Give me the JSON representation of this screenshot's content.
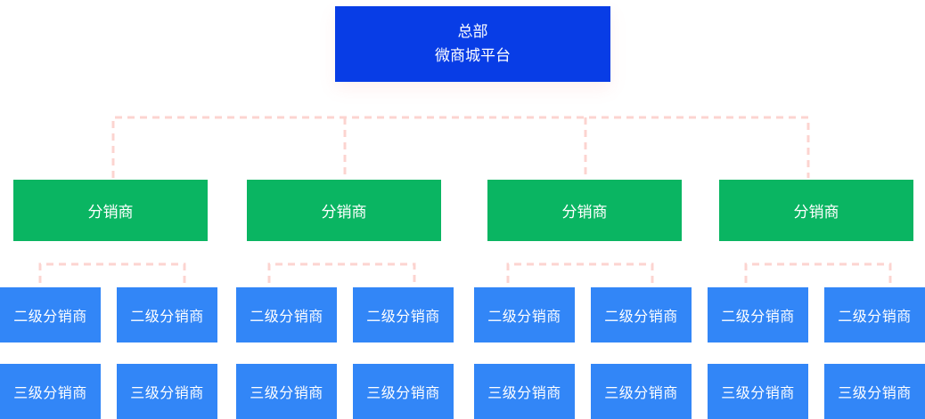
{
  "colors": {
    "hq": "#083de6",
    "distributor": "#0ab562",
    "sub_distributor": "#3286f7",
    "connector": "#fcd4d0"
  },
  "headquarters": {
    "line1": "总部",
    "line2": "微商城平台"
  },
  "distributors": [
    {
      "label": "分销商"
    },
    {
      "label": "分销商"
    },
    {
      "label": "分销商"
    },
    {
      "label": "分销商"
    }
  ],
  "second_level": [
    {
      "label": "二级分销商"
    },
    {
      "label": "二级分销商"
    },
    {
      "label": "二级分销商"
    },
    {
      "label": "二级分销商"
    },
    {
      "label": "二级分销商"
    },
    {
      "label": "二级分销商"
    },
    {
      "label": "二级分销商"
    },
    {
      "label": "二级分销商"
    }
  ],
  "third_level": [
    {
      "label": "三级分销商"
    },
    {
      "label": "三级分销商"
    },
    {
      "label": "三级分销商"
    },
    {
      "label": "三级分销商"
    },
    {
      "label": "三级分销商"
    },
    {
      "label": "三级分销商"
    },
    {
      "label": "三级分销商"
    },
    {
      "label": "三级分销商"
    }
  ]
}
